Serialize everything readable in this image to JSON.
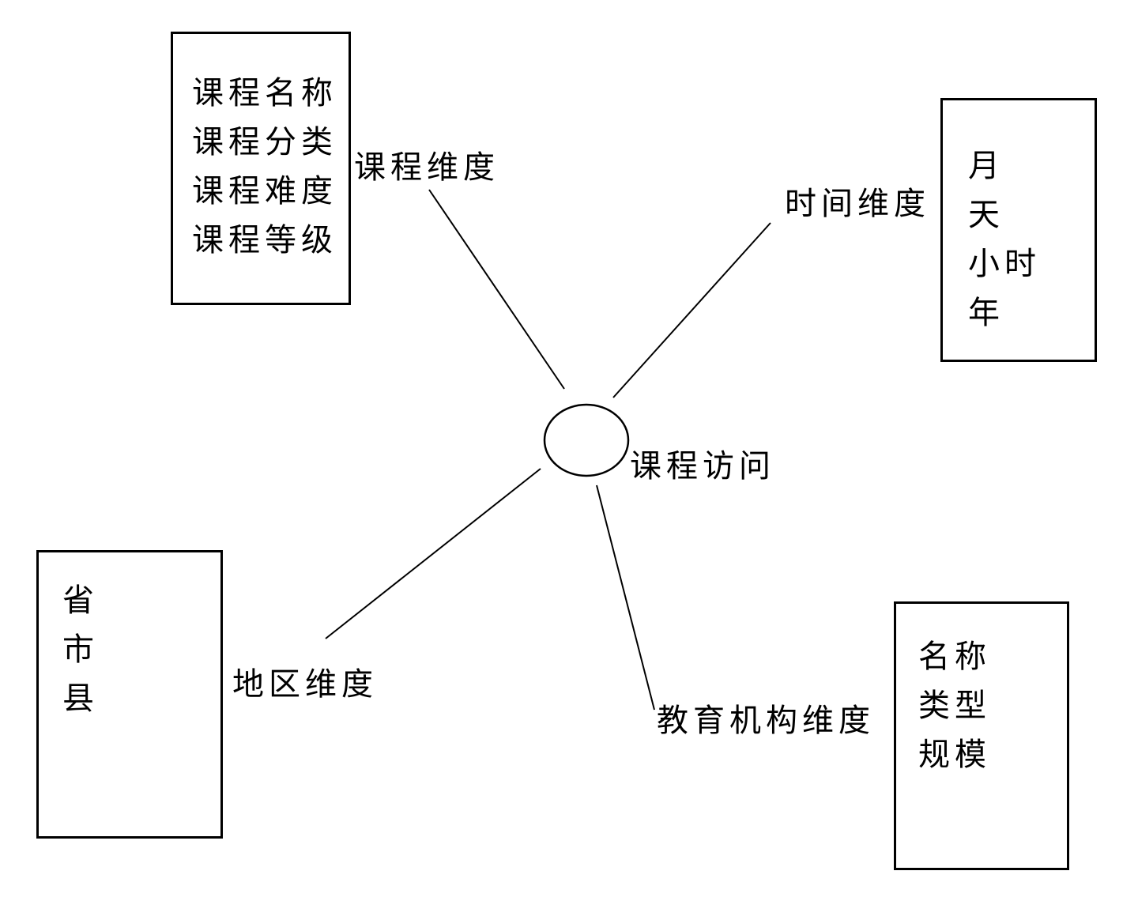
{
  "center": {
    "label": "课程访问"
  },
  "dimensions": {
    "course": {
      "label": "课程维度",
      "attributes": [
        "课程名称",
        "课程分类",
        "课程难度",
        "课程等级"
      ]
    },
    "time": {
      "label": "时间维度",
      "attributes": [
        "月",
        "天",
        "小时",
        "年"
      ]
    },
    "region": {
      "label": "地区维度",
      "attributes": [
        "省",
        "市",
        "县"
      ]
    },
    "institution": {
      "label": "教育机构维度",
      "attributes": [
        "名称",
        "类型",
        "规模"
      ]
    }
  }
}
